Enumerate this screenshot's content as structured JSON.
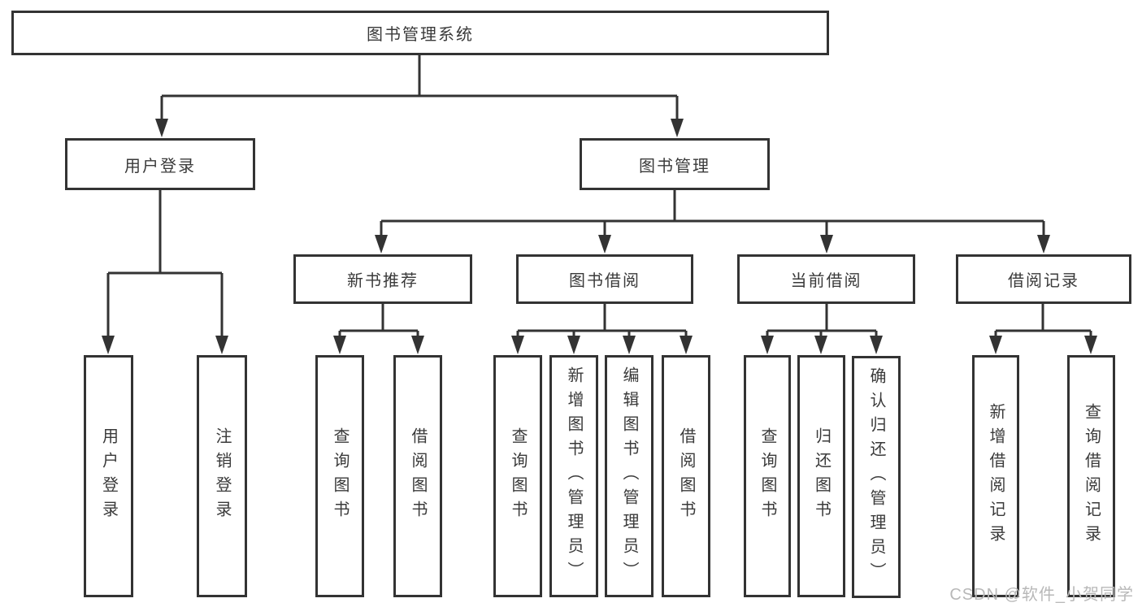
{
  "diagram": {
    "title": "图书管理系统",
    "branches": [
      {
        "label": "用户登录",
        "children": [
          "用户登录",
          "注销登录"
        ]
      },
      {
        "label": "图书管理",
        "sections": [
          {
            "label": "新书推荐",
            "children": [
              "查询图书",
              "借阅图书"
            ]
          },
          {
            "label": "图书借阅",
            "children": [
              "查询图书",
              "新增图书（管理员）",
              "编辑图书（管理员）",
              "借阅图书"
            ]
          },
          {
            "label": "当前借阅",
            "children": [
              "查询图书",
              "归还图书",
              "确认归还（管理员）"
            ]
          },
          {
            "label": "借阅记录",
            "children": [
              "新增借阅记录",
              "查询借阅记录"
            ]
          }
        ]
      }
    ]
  },
  "watermark": {
    "text": "CSDN @软件_小贺同学"
  },
  "colors": {
    "line": "#333333",
    "text": "#3a3a3a",
    "box_background": "#ffffff",
    "watermark": "#b8b8b8"
  }
}
